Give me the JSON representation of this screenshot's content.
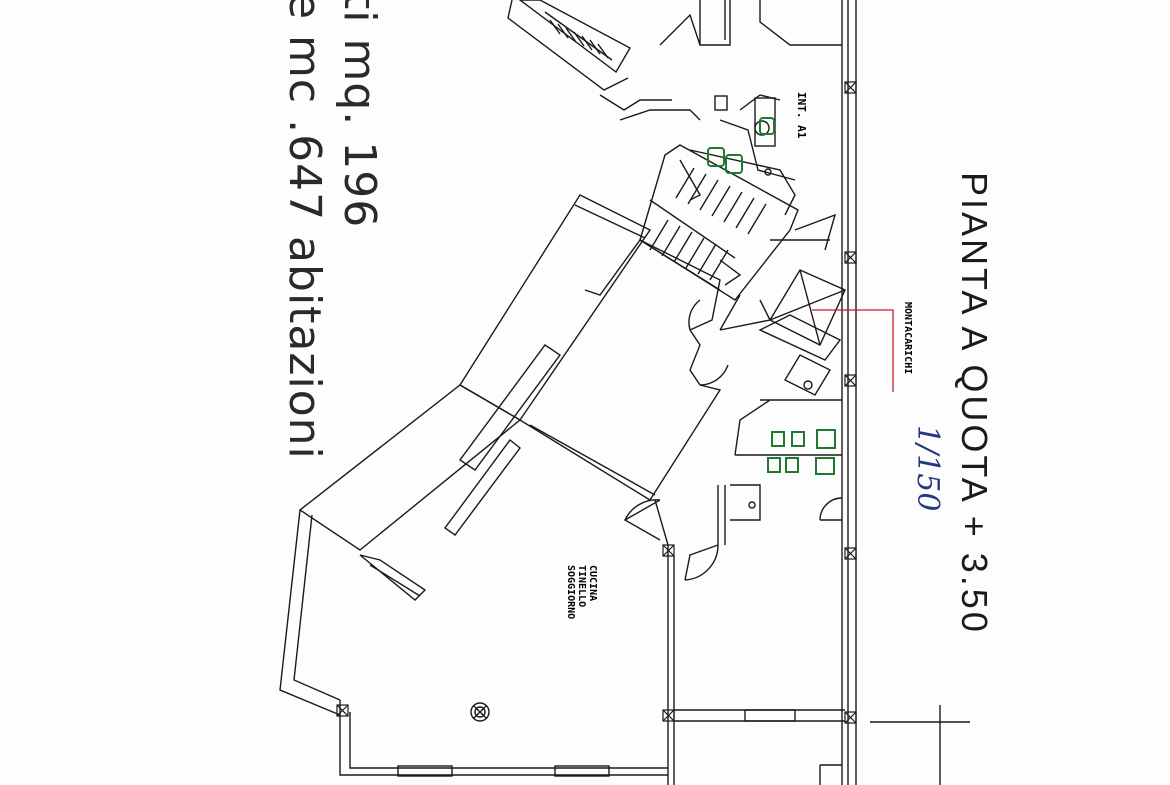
{
  "plan": {
    "title": "PIANTA A QUOTA + 3.50",
    "stats": {
      "area": "ti mq. 196",
      "volume": "e  mc .647 abitazioni"
    },
    "scale": "1/150",
    "labels": {
      "unit": "INT. A1",
      "lift": "MONTACARICHI",
      "room_lines": [
        "CUCINA",
        "TINELLO",
        "SOGGIORNO"
      ]
    }
  },
  "colors": {
    "line": "#1a1a1a",
    "fixtures": "#1f7a2e",
    "leader": "#c0202a",
    "scale_ink": "#243a80"
  }
}
